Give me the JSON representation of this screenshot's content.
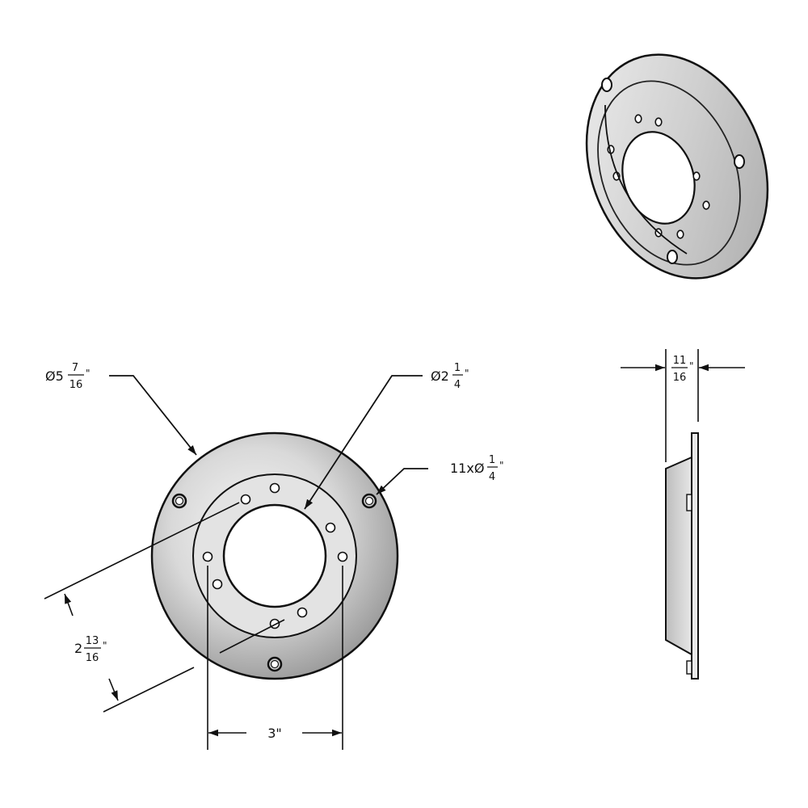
{
  "colors": {
    "line": "#111111",
    "part_fill": "#d4d4d4",
    "part_light": "#ececec",
    "part_dark": "#a9a9a9",
    "background": "#ffffff"
  },
  "front_view": {
    "outer_diameter": {
      "prefix": "Ø5",
      "num": "7",
      "den": "16",
      "unit": "\""
    },
    "inner_diameter": {
      "prefix": "Ø2",
      "num": "1",
      "den": "4",
      "unit": "\""
    },
    "holes": {
      "prefix": "11xØ",
      "num": "1",
      "den": "4",
      "unit": "\""
    },
    "bolt_spacing": {
      "prefix": "2",
      "num": "13",
      "den": "16",
      "unit": "\""
    },
    "width": {
      "text": "3\""
    }
  },
  "side_view": {
    "thickness": {
      "num": "11",
      "den": "16",
      "unit": "\""
    }
  }
}
